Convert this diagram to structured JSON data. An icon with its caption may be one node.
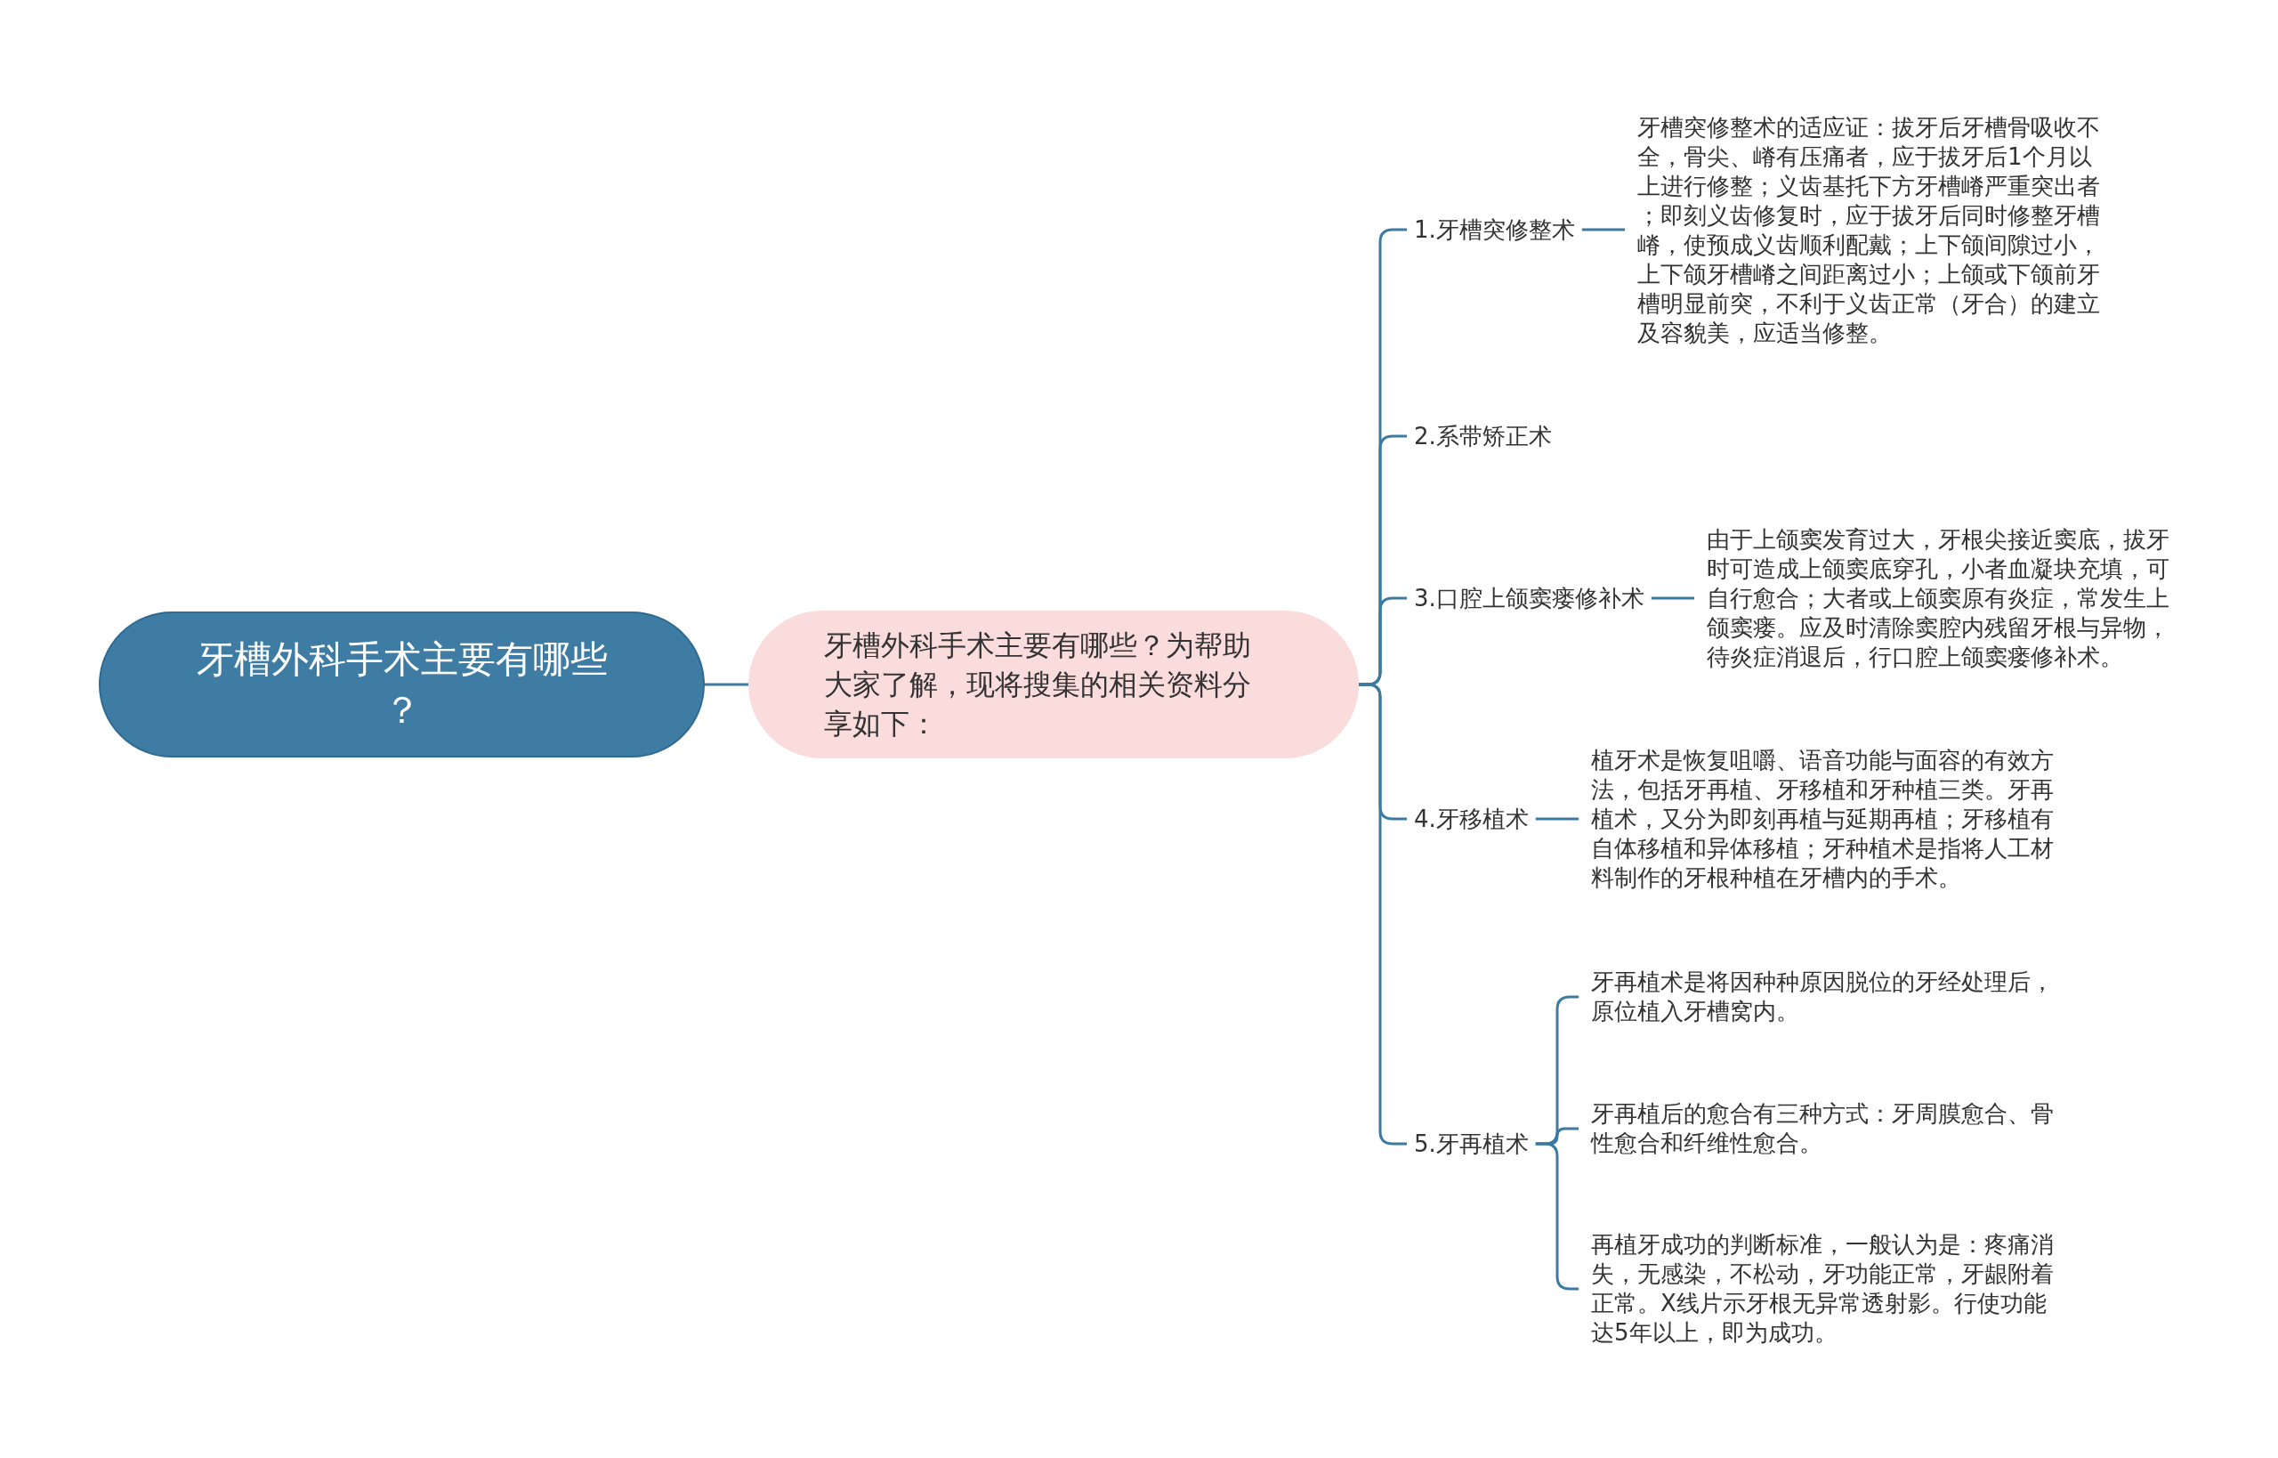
{
  "diagram": {
    "nodes": [
      {
        "text": [
          "牙槽外科手术主要有哪些？"
        ]
      },
      {
        "text": [
          "牙槽外科手术主要有哪些？为帮助大家了解，现将搜集的相关资料分享如下："
        ]
      },
      {
        "text": [
          "1.牙槽突修整术"
        ]
      },
      {
        "text": [
          "牙槽突修整术的适应证：拔牙后牙槽骨吸收不全，骨尖、嵴有压痛者，应于拔牙后1个月以上进行修整；义齿基托下方牙槽嵴严重突出者；即刻义齿修复时，应于拔牙后同时修整牙槽嵴，使预成义齿顺利配戴；上下颌间隙过小，上下颌牙槽嵴之间距离过小；上颌或下颌前牙槽明显前突，不利于义齿正常（牙合）的建立及容貌美，应适当修整。"
        ]
      },
      {
        "text": [
          "2.系带矫正术"
        ]
      },
      {
        "text": [
          "3.口腔上颌窦瘘修补术"
        ]
      },
      {
        "text": [
          "由于上颌窦发育过大，牙根尖接近窦底，拔牙时可造成上颌窦底穿孔，小者血凝块充填，可自行愈合；大者或上颌窦原有炎症，常发生上颌窦瘘。应及时清除窦腔内残留牙根与异物，待炎症消退后，行口腔上颌窦瘘修补术。"
        ]
      },
      {
        "text": [
          "4.牙移植术"
        ]
      },
      {
        "text": [
          "植牙术是恢复咀嚼、语音功能与面容的有效方法，包括牙再植、牙移植和牙种植三类。牙再植术，又分为即刻再植与延期再植；牙移植有自体移植和异体移植；牙种植术是指将人工材料制作的牙根种植在牙槽内的手术。"
        ]
      },
      {
        "text": [
          "5.牙再植术"
        ]
      },
      {
        "text": [
          "牙再植术是将因种种原因脱位的牙经处理后，原位植入牙槽窝内。"
        ]
      },
      {
        "text": [
          "牙再植后的愈合有三种方式：牙周膜愈合、骨性愈合和纤维性愈合。"
        ]
      },
      {
        "text": [
          "再植牙成功的判断标准，一般认为是：疼痛消失，无感染，不松动，牙功能正常，牙龈附着正常。X线片示牙根无异常透射影。行使功能达5年以上，即为成功。"
        ]
      }
    ],
    "edges": [
      {
        "from": 0,
        "to": 1,
        "arrow": "none"
      },
      {
        "from": 1,
        "to": 2,
        "arrow": "none"
      },
      {
        "from": 1,
        "to": 4,
        "arrow": "none"
      },
      {
        "from": 1,
        "to": 5,
        "arrow": "none"
      },
      {
        "from": 1,
        "to": 7,
        "arrow": "none"
      },
      {
        "from": 1,
        "to": 9,
        "arrow": "none"
      },
      {
        "from": 2,
        "to": 3,
        "arrow": "none"
      },
      {
        "from": 5,
        "to": 6,
        "arrow": "none"
      },
      {
        "from": 7,
        "to": 8,
        "arrow": "none"
      },
      {
        "from": 9,
        "to": 10,
        "arrow": "none"
      },
      {
        "from": 9,
        "to": 11,
        "arrow": "none"
      },
      {
        "from": 9,
        "to": 12,
        "arrow": "none"
      }
    ]
  }
}
